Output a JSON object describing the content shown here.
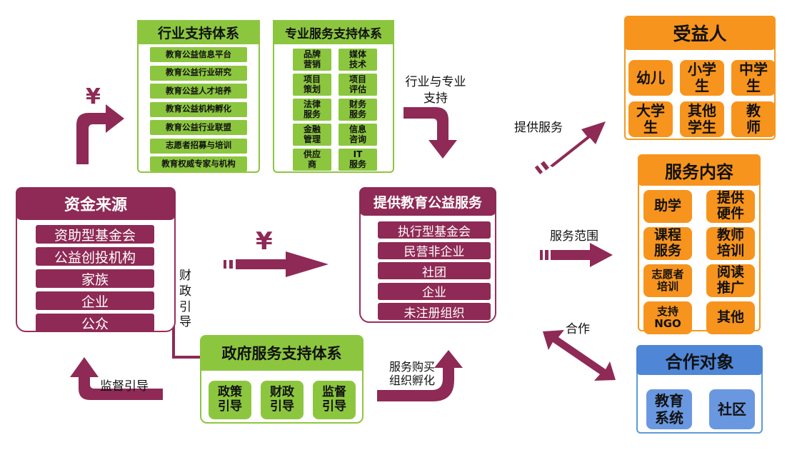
{
  "industry": {
    "title": "行业支持体系",
    "items": [
      "教育公益信息平台",
      "教育公益行业研究",
      "教育公益人才培养",
      "教育公益机构孵化",
      "教育公益行业联盟",
      "志愿者招募与培训",
      "教育权威专家与机构"
    ]
  },
  "professional": {
    "title": "专业服务支持体系",
    "items": [
      "品牌\n营销",
      "媒体\n技术",
      "项目\n策划",
      "项目\n评估",
      "法律\n服务",
      "财务\n服务",
      "金融\n管理",
      "信息\n咨询",
      "供应\n商",
      "IT\n服务"
    ]
  },
  "funding": {
    "title": "资金来源",
    "items": [
      "资助型基金会",
      "公益创投机构",
      "家族",
      "企业",
      "公众"
    ]
  },
  "providers": {
    "title": "提供教育公益服务",
    "items": [
      "执行型基金会",
      "民营非企业",
      "社团",
      "企业",
      "未注册组织"
    ]
  },
  "government": {
    "title": "政府服务支持体系",
    "items": [
      "政策\n引导",
      "财政\n引导",
      "监督\n引导"
    ]
  },
  "beneficiaries": {
    "title": "受益人",
    "items": [
      "幼儿",
      "小学\n生",
      "中学\n生",
      "大学\n生",
      "其他\n学生",
      "教\n师"
    ]
  },
  "services": {
    "title": "服务内容",
    "items": [
      "助学",
      "提供\n硬件",
      "课程\n服务",
      "教师\n培训",
      "志愿者\n培训",
      "阅读\n推广",
      "支持\nNGO",
      "其他"
    ]
  },
  "partners": {
    "title": "合作对象",
    "items": [
      "教育\n系统",
      "社区"
    ]
  },
  "labels": {
    "yen_top": "¥",
    "yen_mid": "¥",
    "industry_support": "行业与专业\n支持",
    "provide_service": "提供服务",
    "service_scope": "服务范围",
    "cooperation": "合作",
    "fiscal_guidance": "财\n政\n引\n导",
    "supervision_guidance": "监督引导",
    "purchase_incubation": "服务购买\n组织孵化"
  },
  "colors": {
    "green": "#8cc63f",
    "maroon": "#8e2a55",
    "orange": "#f7941d",
    "blue": "#4f86d6"
  }
}
